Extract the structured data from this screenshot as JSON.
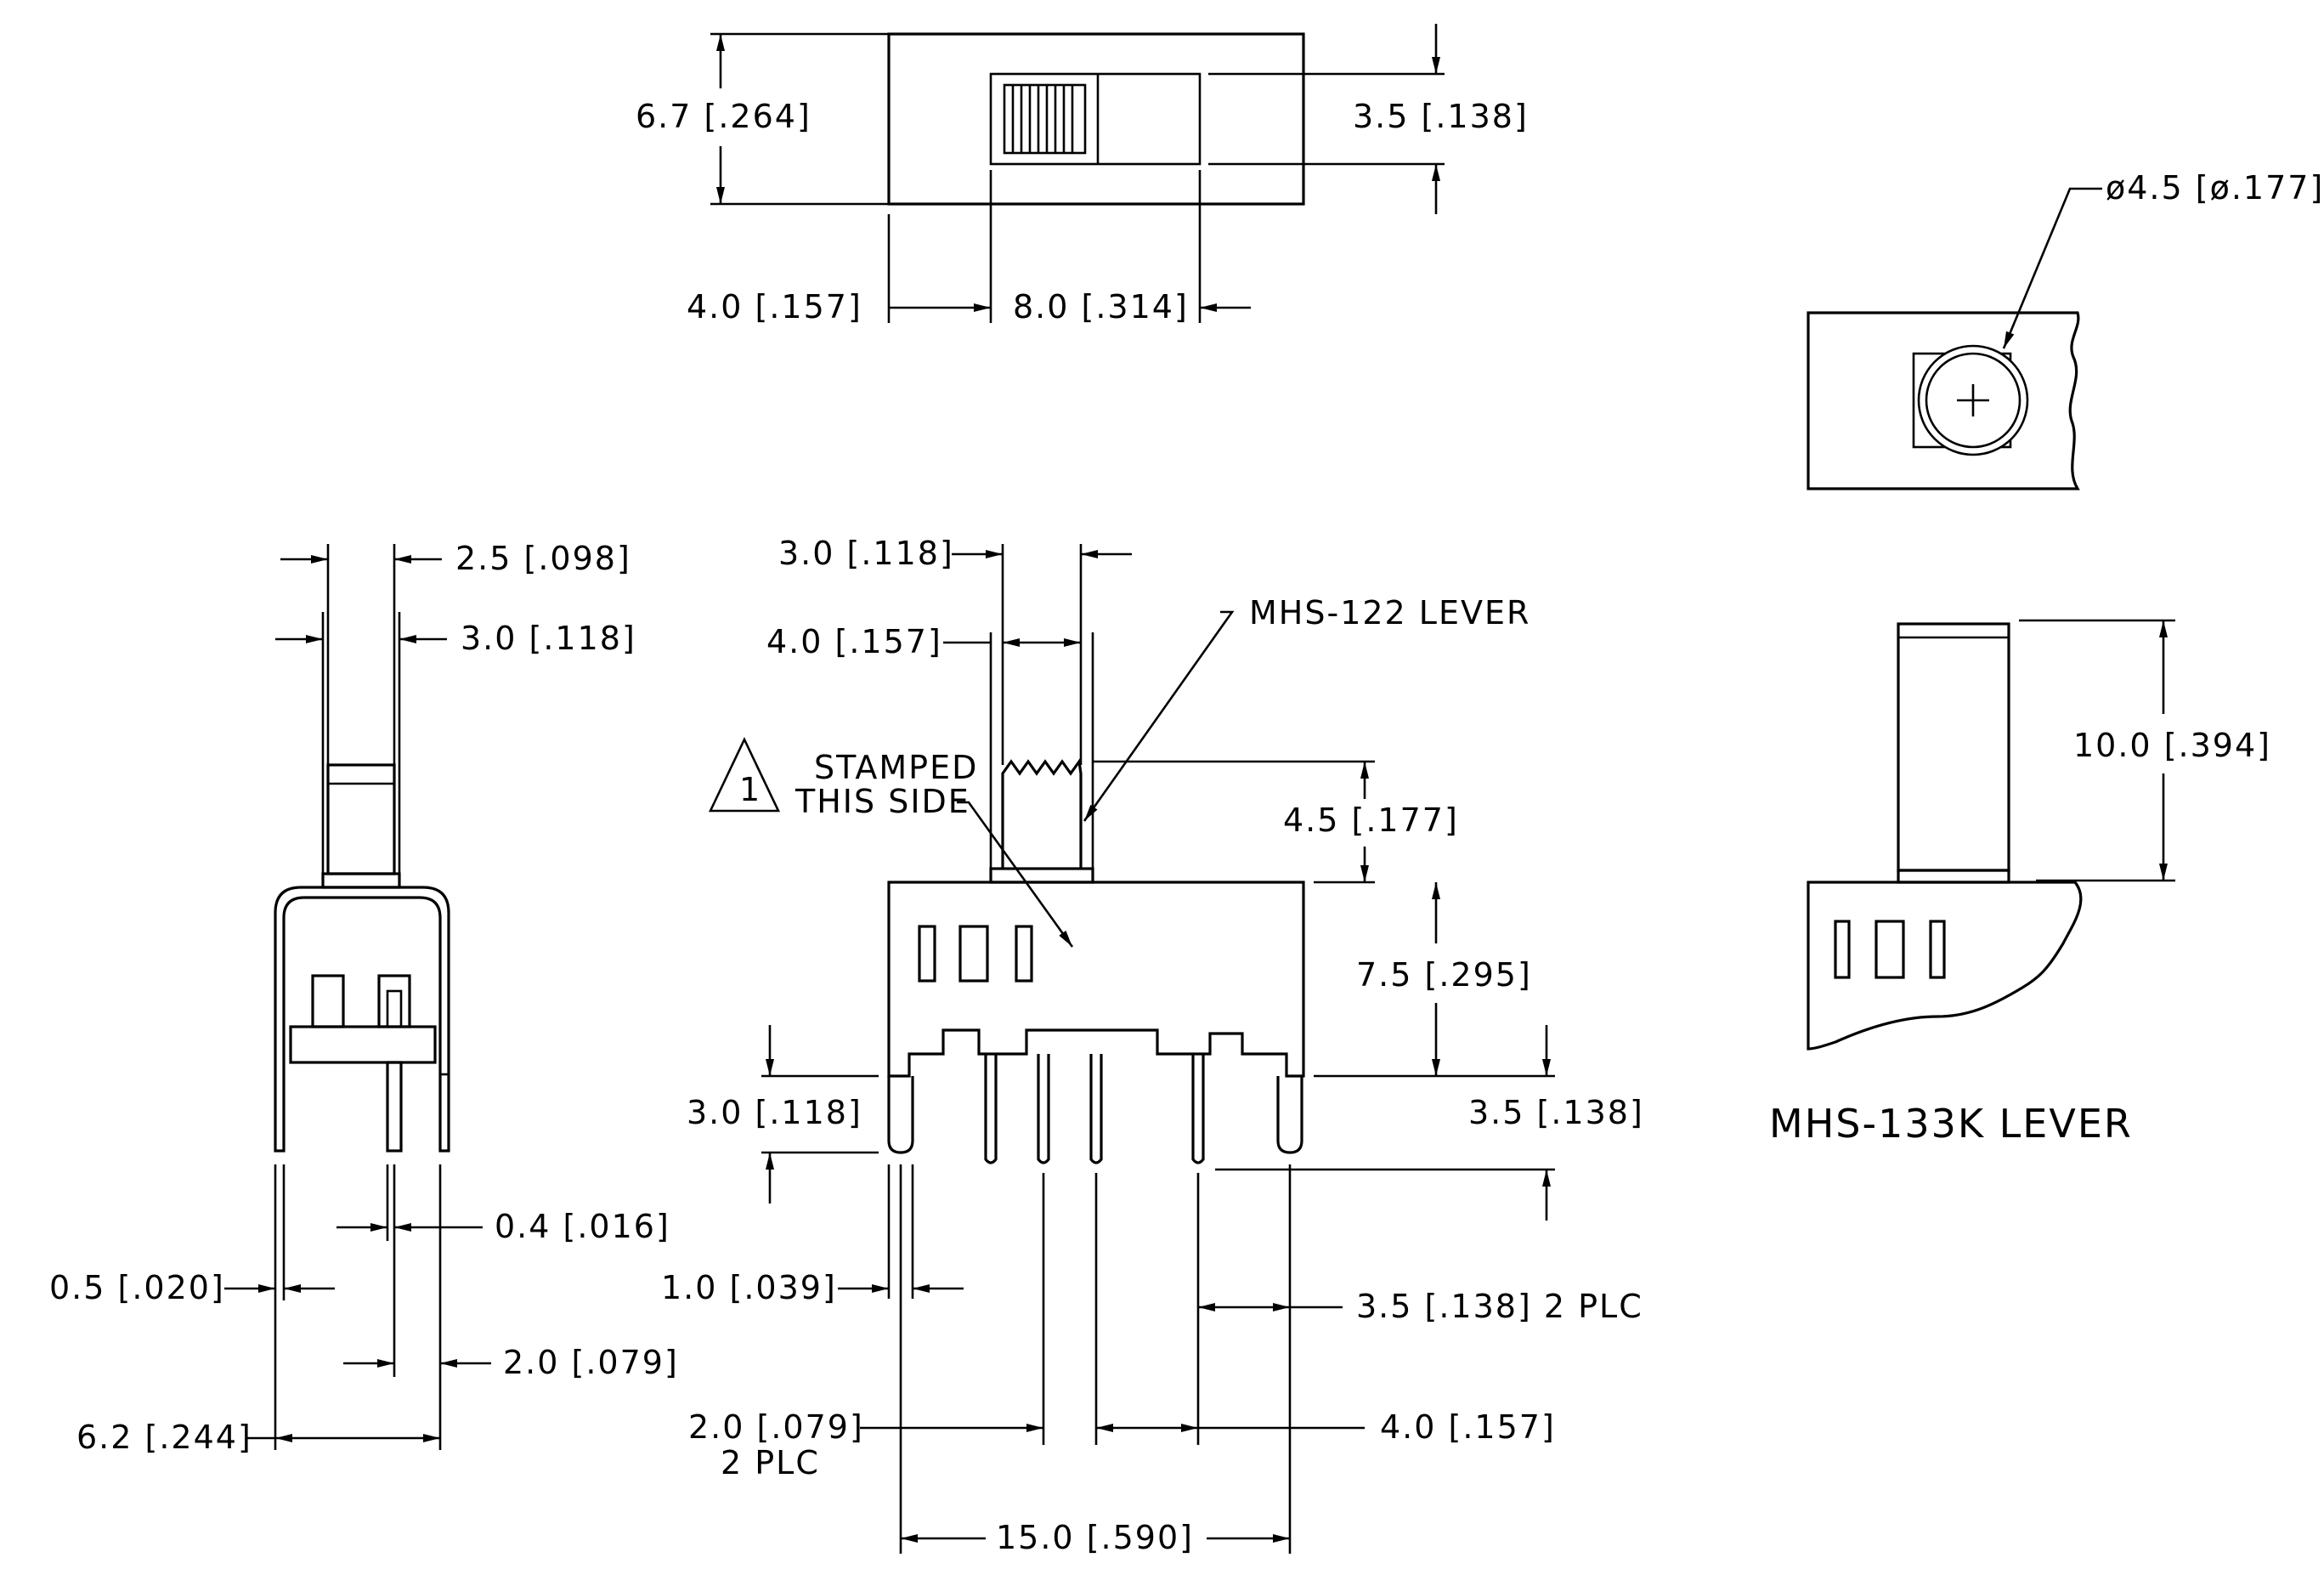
{
  "top_view": {
    "height": "6.7 [.264]",
    "actuator_height": "3.5 [.138]",
    "offset": "4.0 [.157]",
    "travel": "8.0 [.314]"
  },
  "lever_top": {
    "diameter": "ø4.5 [ø.177]"
  },
  "side_view": {
    "top_width": "2.5 [.098]",
    "shoulder_width": "3.0 [.118]",
    "pin_thickness": "0.4 [.016]",
    "lug_thickness": "0.5 [.020]",
    "pin_to_lug": "2.0 [.079]",
    "overall_width": "6.2 [.244]"
  },
  "front_view": {
    "lever_width": "3.0 [.118]",
    "lever_base_width": "4.0 [.157]",
    "lever_label": "MHS-122 LEVER",
    "note_number": "1",
    "note_line1": "STAMPED",
    "note_line2": "THIS SIDE",
    "lever_height": "4.5 [.177]",
    "body_height": "7.5 [.295]",
    "lug_length": "3.0 [.118]",
    "pin_length": "3.5 [.138]",
    "lug_width": "1.0 [.039]",
    "pin_pitch_2plc": "3.5 [.138] 2 PLC",
    "pin_spacing": "2.0 [.079]",
    "pin_spacing_plc": "2 PLC",
    "center_spacing": "4.0 [.157]",
    "overall_length": "15.0 [.590]"
  },
  "lever_133k": {
    "height": "10.0 [.394]",
    "title": "MHS-133K LEVER"
  }
}
